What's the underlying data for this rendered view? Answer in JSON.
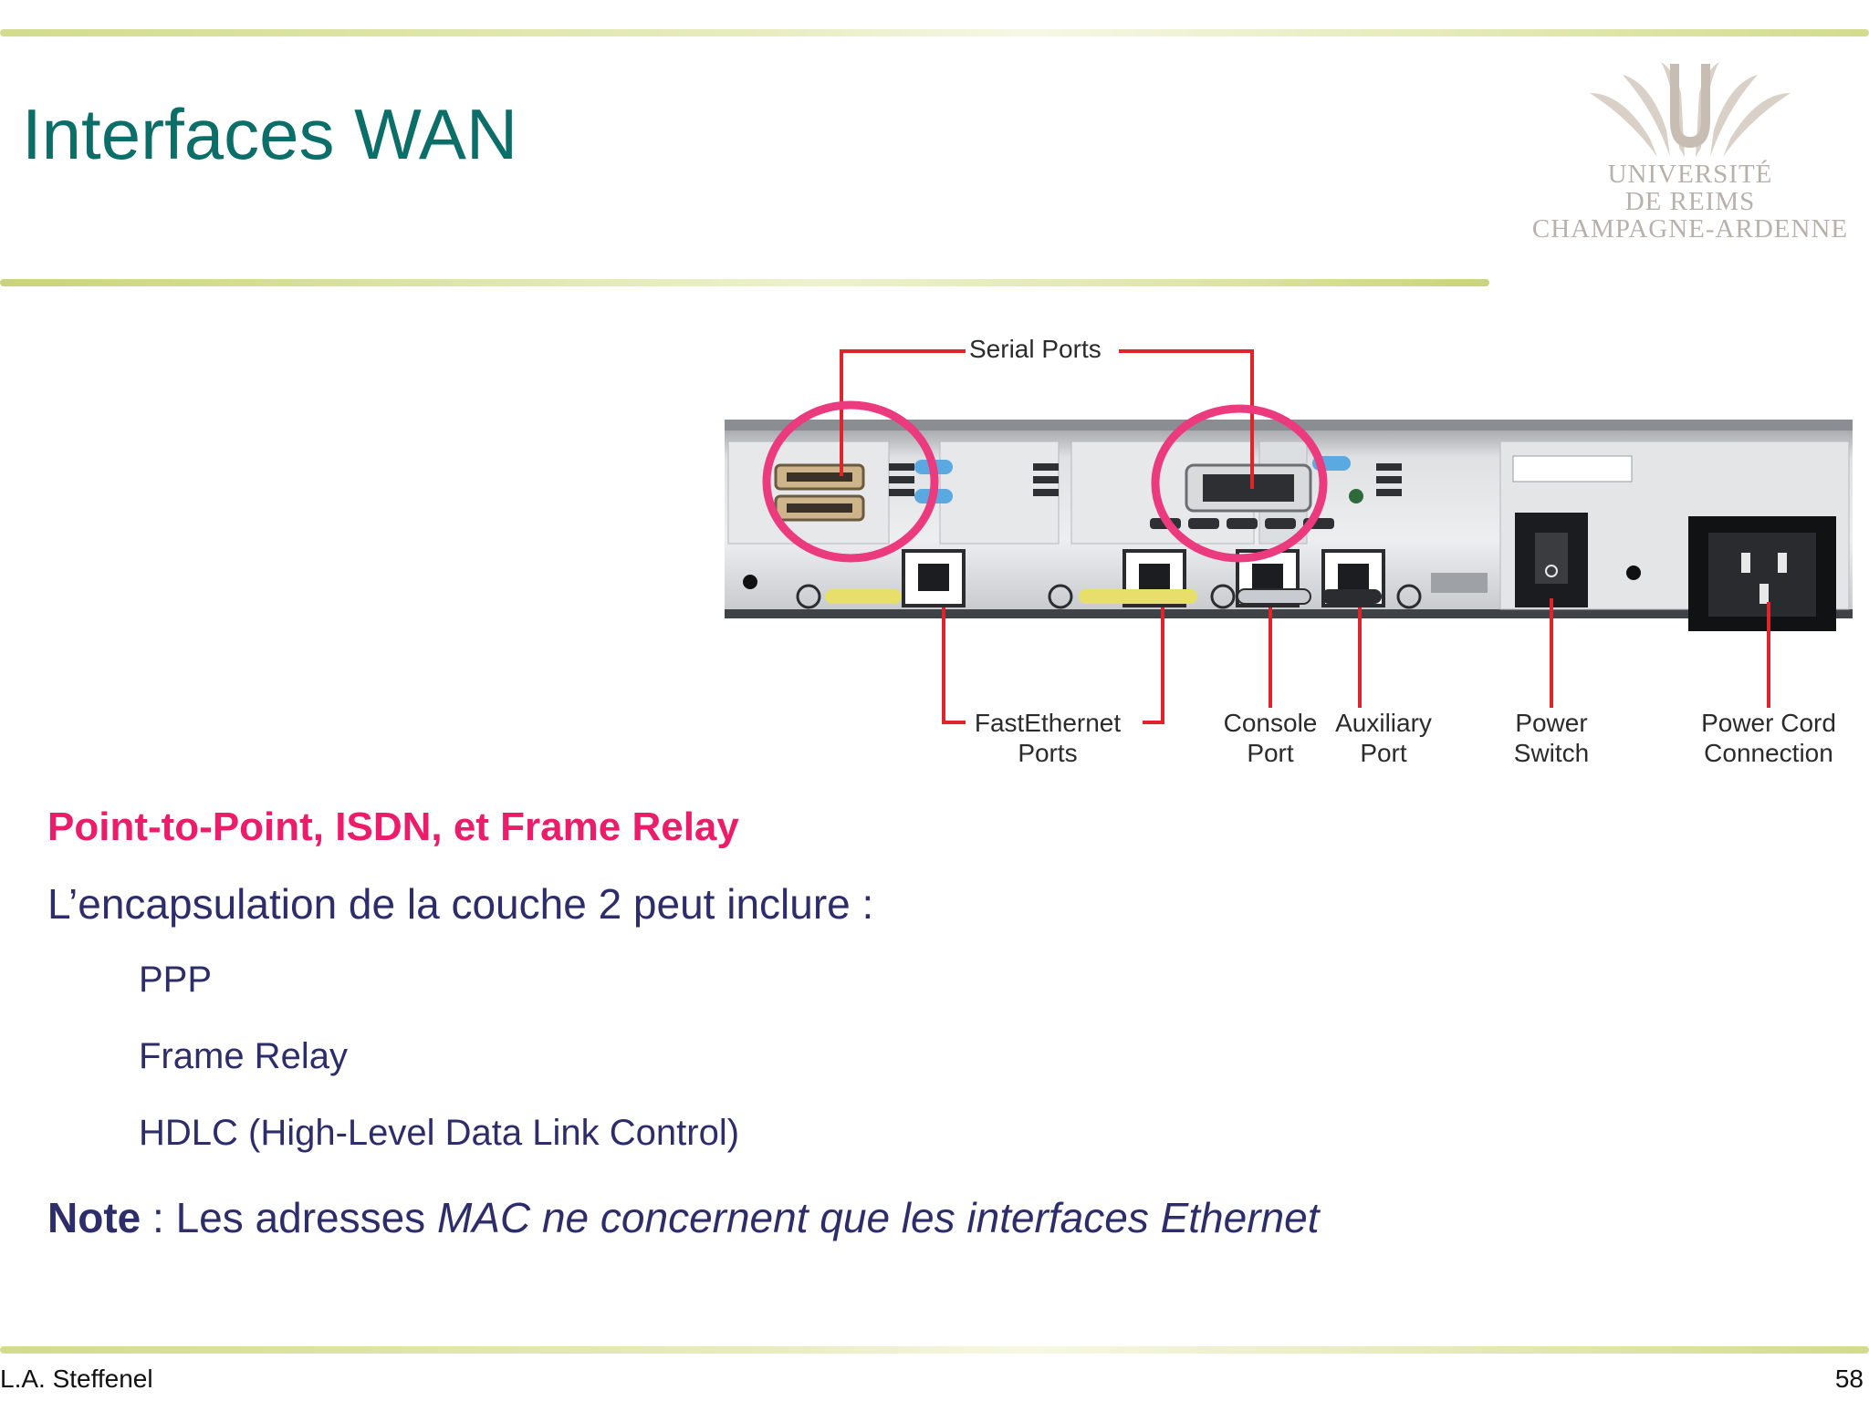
{
  "slide": {
    "title": "Interfaces WAN",
    "heading": "Point-to-Point, ISDN, et Frame Relay",
    "intro": "L’encapsulation de la couche 2 peut inclure :",
    "items": [
      "PPP",
      "Frame Relay",
      "HDLC (High-Level Data Link Control)"
    ],
    "note_label": "Note",
    "note_sep": " : Les adresses ",
    "note_text": "MAC ne concernent que les interfaces Ethernet"
  },
  "logo": {
    "line1": "UNIVERSITÉ",
    "line2": "DE REIMS",
    "line3": "CHAMPAGNE-ARDENNE"
  },
  "figure": {
    "serial_ports": "Serial Ports",
    "fastethernet_1": "FastEthernet",
    "fastethernet_2": "Ports",
    "console_1": "Console",
    "console_2": "Port",
    "auxiliary_1": "Auxiliary",
    "auxiliary_2": "Port",
    "power_switch_1": "Power",
    "power_switch_2": "Switch",
    "power_cord_1": "Power Cord",
    "power_cord_2": "Connection"
  },
  "footer": {
    "author": "L.A. Steffenel",
    "page": "58"
  },
  "colors": {
    "title": "#0b6e69",
    "heading": "#ec1c6b",
    "body": "#2e2d6b",
    "callout": "#e0242a",
    "highlight": "#ec3a7e"
  }
}
